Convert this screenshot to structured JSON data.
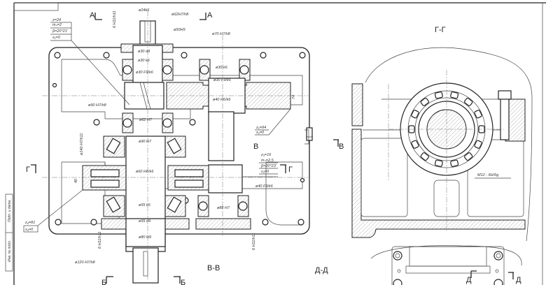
{
  "drawing": {
    "section_labels": {
      "a_left": "А",
      "a_right": "А",
      "b_left": "Б",
      "b_right": "Б",
      "v_mid": "В",
      "v_right": "В",
      "g_left": "Г",
      "g_mid": "Г",
      "d_left": "Д",
      "d_right": "Д",
      "view_vv": "В-В",
      "view_gg": "Г-Г",
      "view_dd": "Д-Д"
    },
    "dimensions": {
      "d24k6": "ø24k6",
      "d62h7h8": "ø62H7/h8",
      "d50h9": "ø50H9",
      "d70h7h8": "ø70 H7/h8",
      "d30d9": "ø30 d9",
      "d30k6_a": "ø30 k6",
      "d30f9k6_a": "ø30 F9/k6",
      "d30k6_b": "ø30 k6",
      "d30f9k6_b": "ø30 F9/k6",
      "d40h6k6": "ø40 H6/k6",
      "d90h7h8": "ø90 H7/h8",
      "d62h7": "ø62 H7",
      "d90h7": "ø90 H7",
      "d60h6k6": "ø60 H6/k6",
      "d40f9k6": "ø40 F9/k6",
      "d55k6": "ø55 k6",
      "d55d9": "ø55 d9",
      "d80h9": "ø80 H9",
      "d88h7": "ø88 H7",
      "d120h7h8": "ø120 H7/h8",
      "d140h7h11": "ø140 H7/h11",
      "fit_6h11h11_a": "6 H11/h11",
      "fit_6h11h11_b": "6 H11/h11",
      "fit_6h11h11_c": "6 H11/h11",
      "w40": "40",
      "w74": "74",
      "thread": "M12 - 6H/6g"
    },
    "gear_params": {
      "pinion1": [
        "z=24",
        "mₙ=2",
        "β=20°21'",
        "x₁=0"
      ],
      "gear1": [
        "z₂=94",
        "x₂=0"
      ],
      "pinion2": [
        "z₃=16",
        "mₙ=2.5",
        "β=20°23'",
        "x₃=0"
      ],
      "gear2": [
        "z₄=81",
        "x₄=0"
      ]
    },
    "stamp": {
      "cell1": "Подп. и дата",
      "cell2": "Инв. № подл."
    }
  }
}
